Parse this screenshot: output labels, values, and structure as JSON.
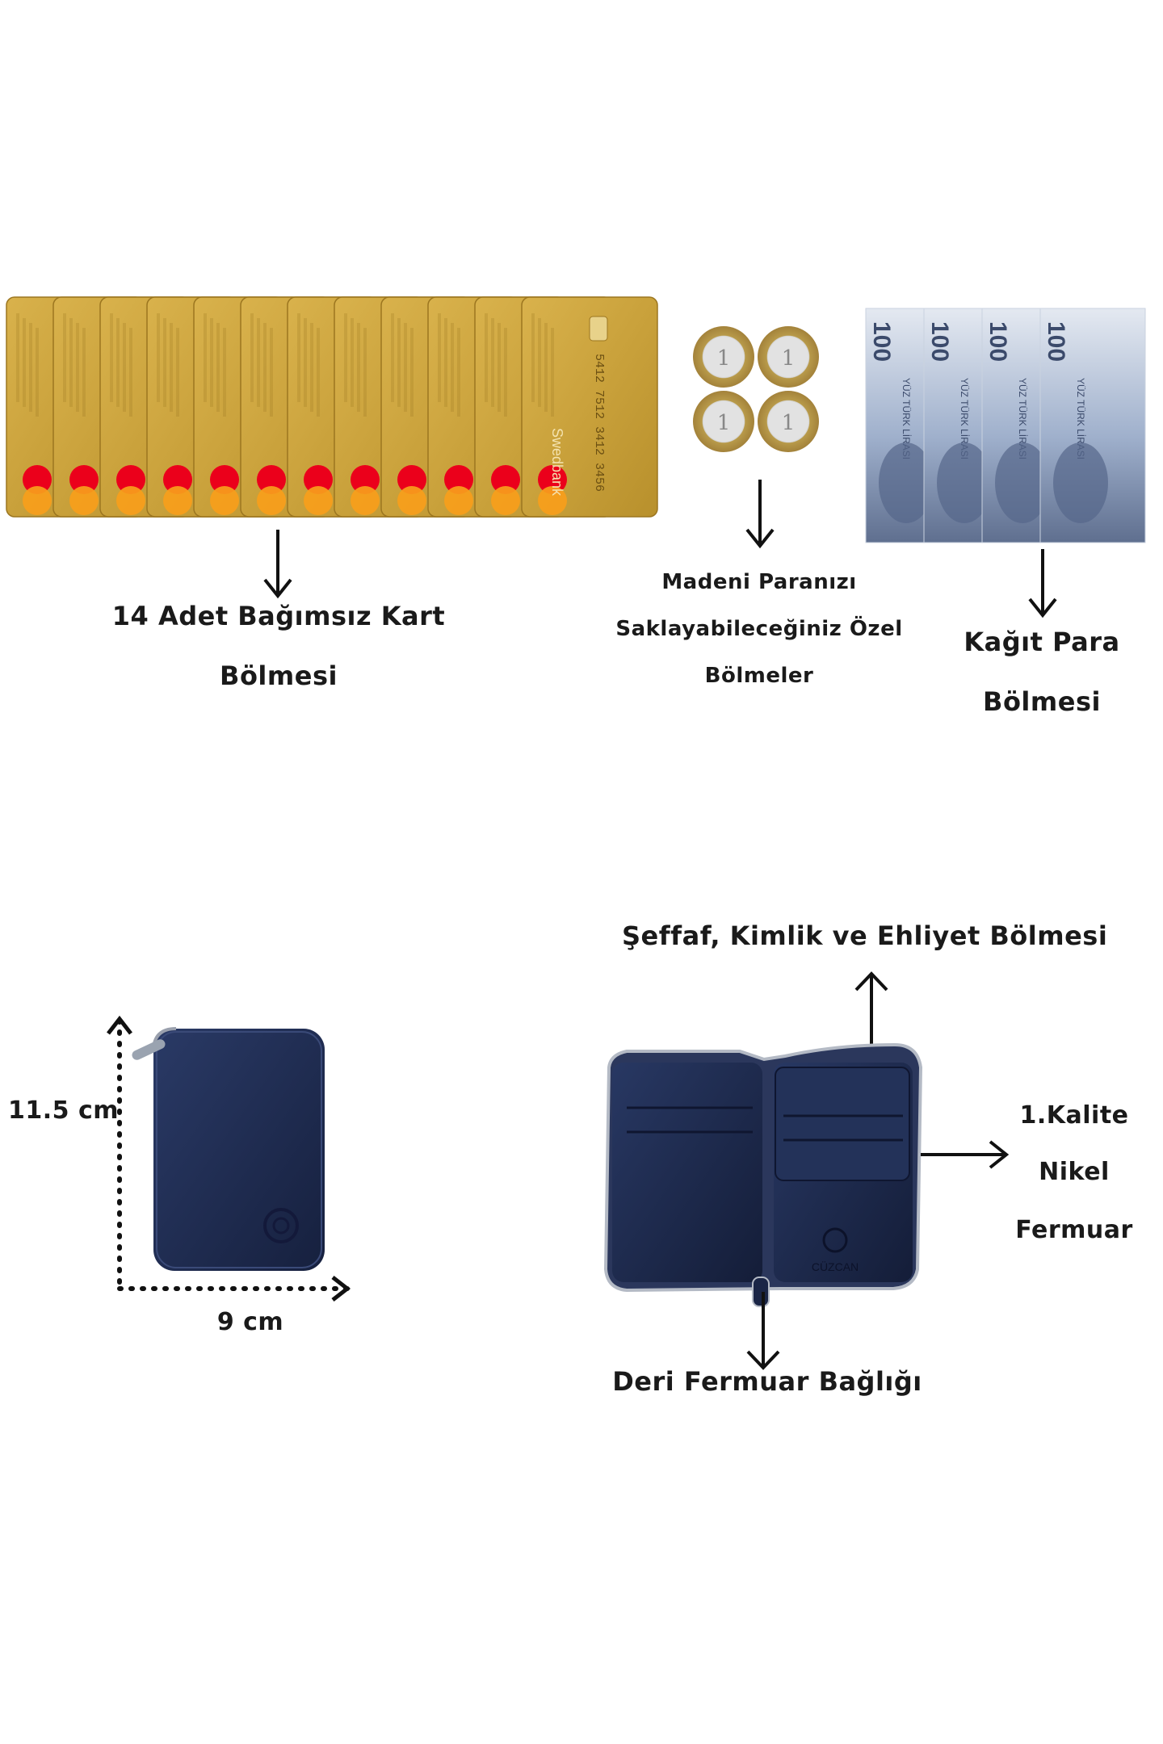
{
  "cards": {
    "bank_name": "Swedbank",
    "card_number": "5412 7512 3412 3456",
    "caption_line1": "14 Adet Bağımsız Kart",
    "caption_line2": "Bölmesi",
    "colors": {
      "gold": "#c9a13b",
      "gold_dark": "#9c7620",
      "mc_red": "#eb001b",
      "mc_orange": "#f79e1b"
    }
  },
  "coins": {
    "caption_line1": "Madeni Paranızı",
    "caption_line2": "Saklayabileceğiniz Özel",
    "caption_line3": "Bölmeler",
    "denomination": "1"
  },
  "banknotes": {
    "denomination": "100",
    "text": "YÜZ TÜRK LİRASI",
    "caption_line1": "Kağıt Para",
    "caption_line2": "Bölmesi",
    "colors": {
      "note_blue": "#7f8fb0",
      "note_light": "#dfe5ee"
    }
  },
  "wallet_closed": {
    "height_label": "11.5 cm",
    "width_label": "9 cm",
    "color": "#1f2c52"
  },
  "wallet_open": {
    "top_caption": "Şeffaf, Kimlik ve Ehliyet Bölmesi",
    "right_line1": "1.Kalite",
    "right_line2": "Nikel",
    "right_line3": "Fermuar",
    "bottom_caption": "Deri Fermuar Bağlığı",
    "brand": "CÜZCAN"
  }
}
